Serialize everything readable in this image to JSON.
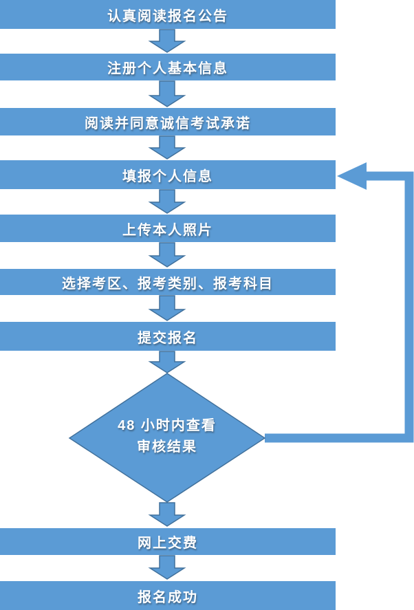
{
  "colors": {
    "shape_fill": "#5B9BD5",
    "shape_border": "#41719C",
    "text": "#FFFFFF",
    "background": "#FFFFFF"
  },
  "flow": {
    "steps": [
      {
        "label": "认真阅读报名公告"
      },
      {
        "label": "注册个人基本信息"
      },
      {
        "label": "阅读并同意诚信考试承诺"
      },
      {
        "label": "填报个人信息"
      },
      {
        "label": "上传本人照片"
      },
      {
        "label": "选择考区、报考类别、报考科目"
      },
      {
        "label": "提交报名"
      },
      {
        "label": "网上交费"
      },
      {
        "label": "报名成功"
      }
    ],
    "decision": {
      "line1": "48 小时内查看",
      "line2": "审核结果"
    }
  }
}
